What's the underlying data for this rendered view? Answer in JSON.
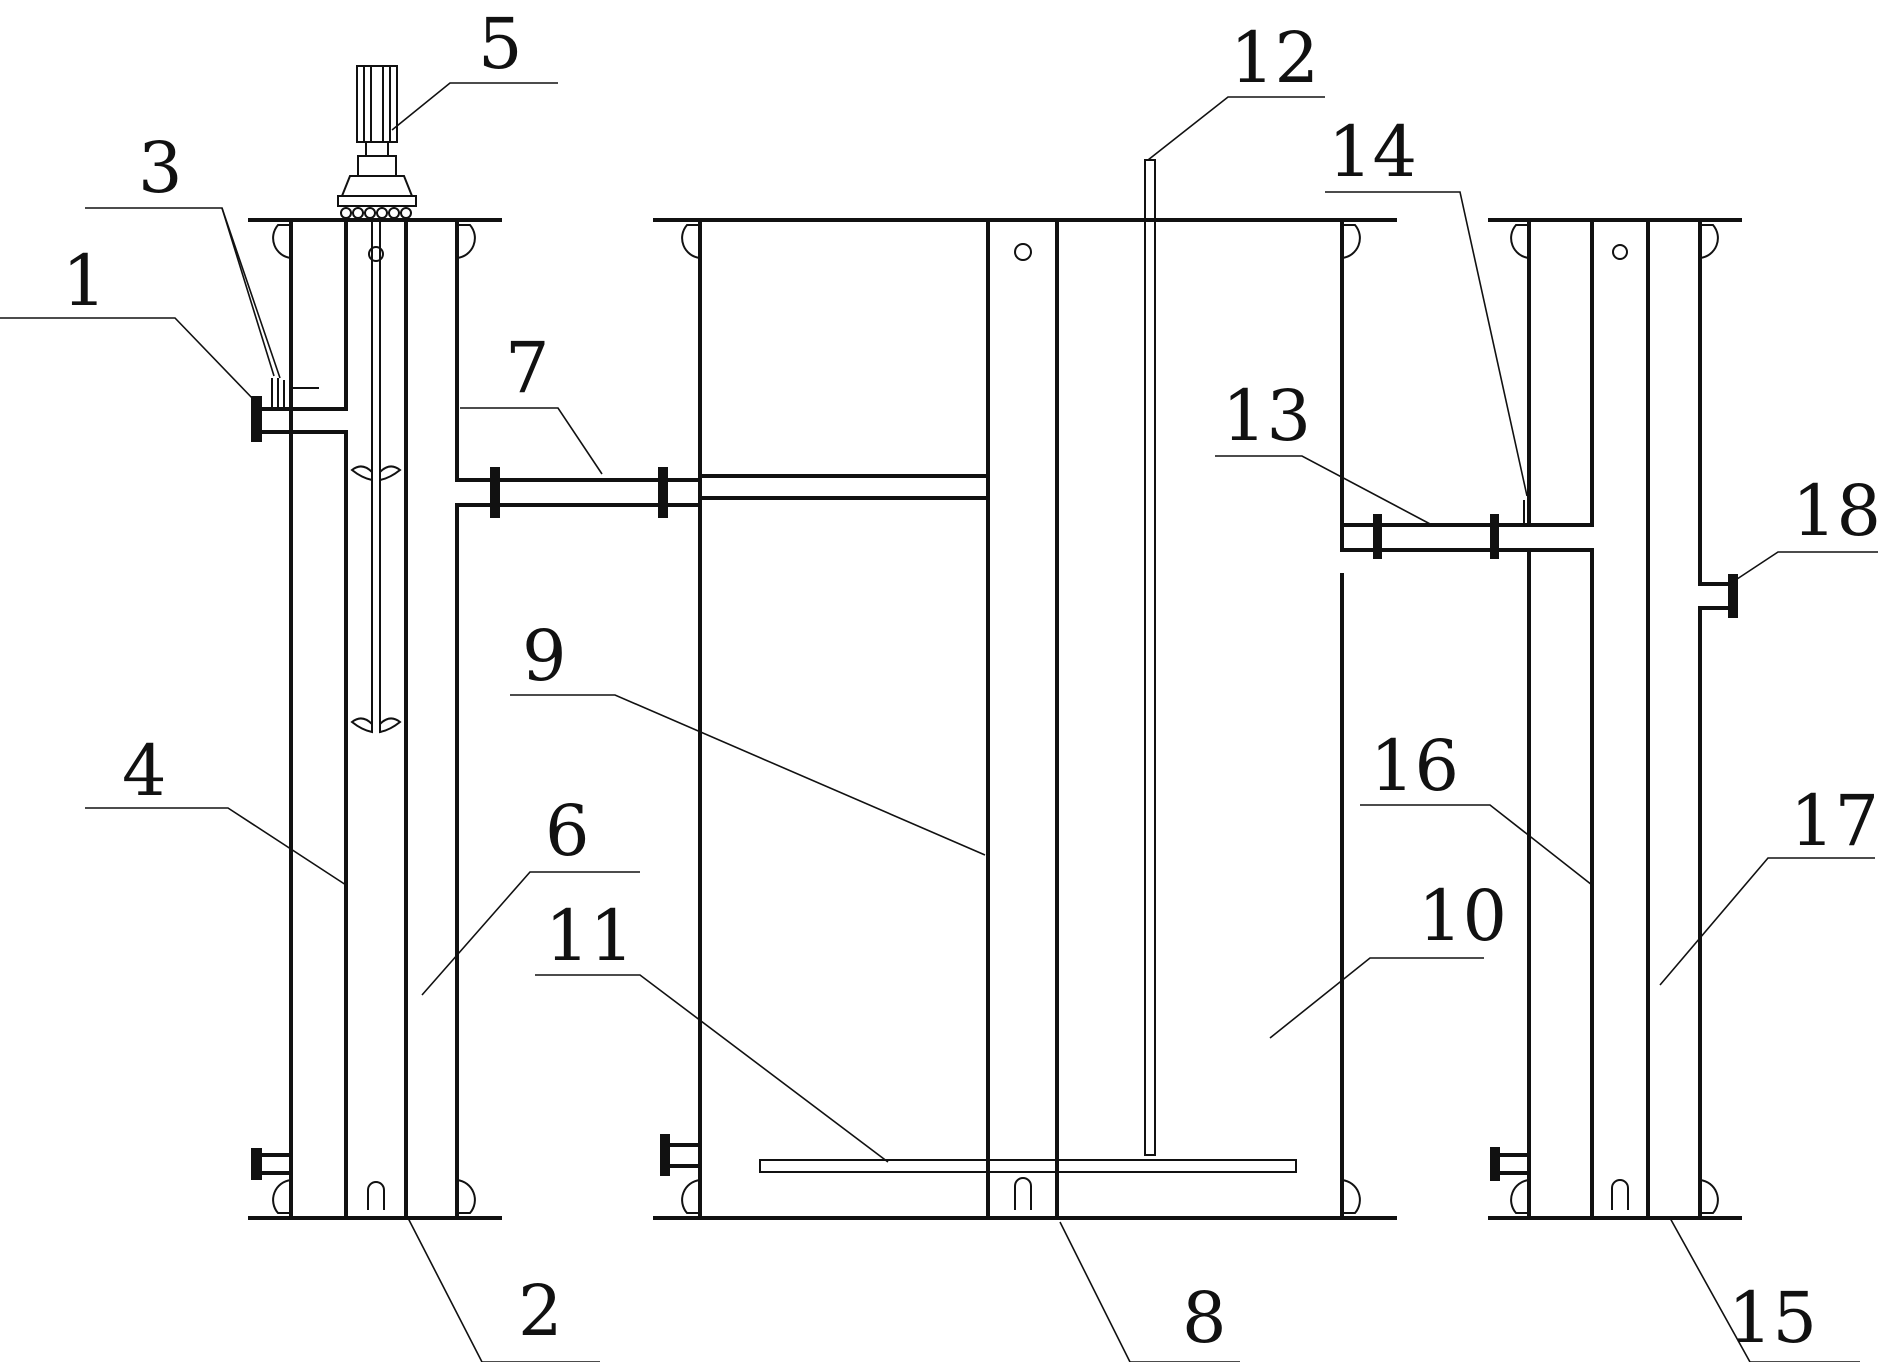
{
  "colors": {
    "line": "#111111",
    "background": "#ffffff"
  },
  "labels": [
    {
      "id": "1",
      "text": "1"
    },
    {
      "id": "2",
      "text": "2"
    },
    {
      "id": "3",
      "text": "3"
    },
    {
      "id": "4",
      "text": "4"
    },
    {
      "id": "5",
      "text": "5"
    },
    {
      "id": "6",
      "text": "6"
    },
    {
      "id": "7",
      "text": "7"
    },
    {
      "id": "8",
      "text": "8"
    },
    {
      "id": "9",
      "text": "9"
    },
    {
      "id": "10",
      "text": "10"
    },
    {
      "id": "11",
      "text": "11"
    },
    {
      "id": "12",
      "text": "12"
    },
    {
      "id": "13",
      "text": "13"
    },
    {
      "id": "14",
      "text": "14"
    },
    {
      "id": "15",
      "text": "15"
    },
    {
      "id": "16",
      "text": "16"
    },
    {
      "id": "17",
      "text": "17"
    },
    {
      "id": "18",
      "text": "18"
    }
  ]
}
